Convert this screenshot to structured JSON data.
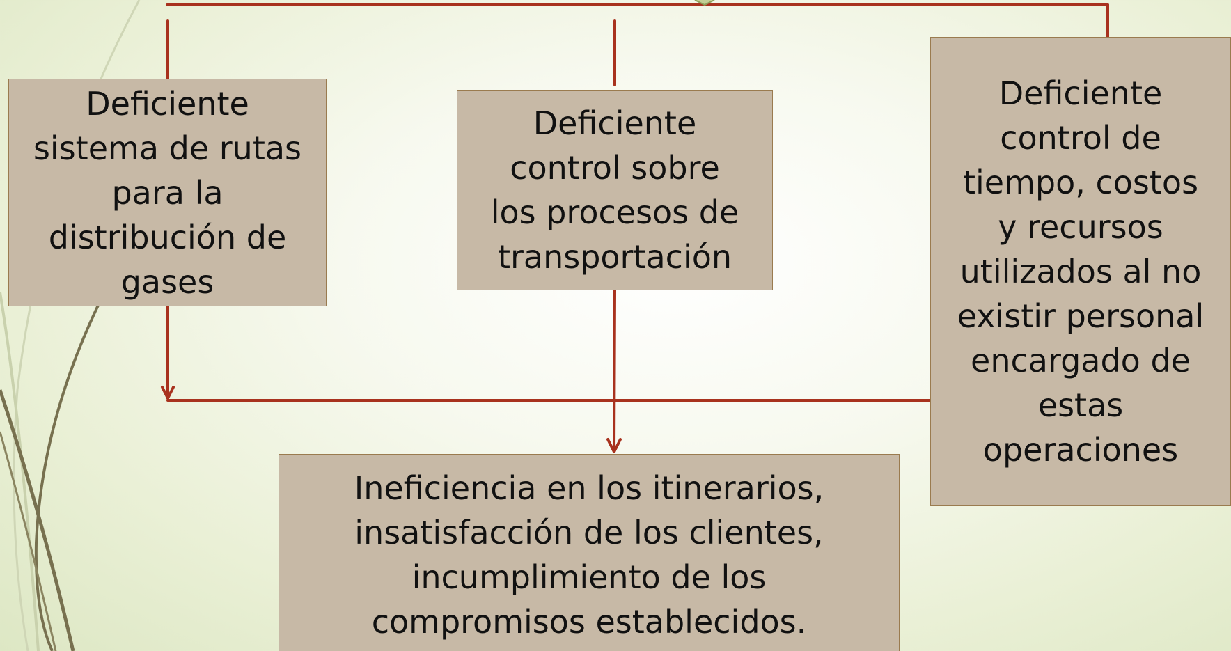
{
  "diagram": {
    "nodes": [
      {
        "id": "cause-1",
        "lines": [
          "Deficiente",
          "sistema de rutas",
          "para la",
          "distribución de",
          "gases"
        ]
      },
      {
        "id": "cause-2",
        "lines": [
          "Deficiente",
          "control sobre",
          "los procesos de",
          "transportación"
        ]
      },
      {
        "id": "cause-3",
        "lines": [
          "Deficiente",
          "control de",
          "tiempo, costos",
          "y recursos",
          "utilizados al no",
          "existir personal",
          "encargado de",
          "estas",
          "operaciones"
        ]
      },
      {
        "id": "effect",
        "lines": [
          "Ineficiencia en los itinerarios,",
          "insatisfacción de los clientes,",
          "incumplimiento de los",
          "compromisos establecidos."
        ]
      }
    ],
    "edges": [
      {
        "from": "top-bar",
        "to": "cause-1"
      },
      {
        "from": "top-bar",
        "to": "cause-2"
      },
      {
        "from": "top-bar",
        "to": "cause-3"
      },
      {
        "from": "cause-1",
        "to": "bottom-bar"
      },
      {
        "from": "cause-3",
        "to": "bottom-bar"
      },
      {
        "from": "cause-2",
        "to": "effect"
      }
    ],
    "colors": {
      "connector": "#a8321e",
      "box_fill": "#c7b9a6",
      "box_border": "#9a7b4f",
      "decor_curve": "#77704f"
    }
  }
}
